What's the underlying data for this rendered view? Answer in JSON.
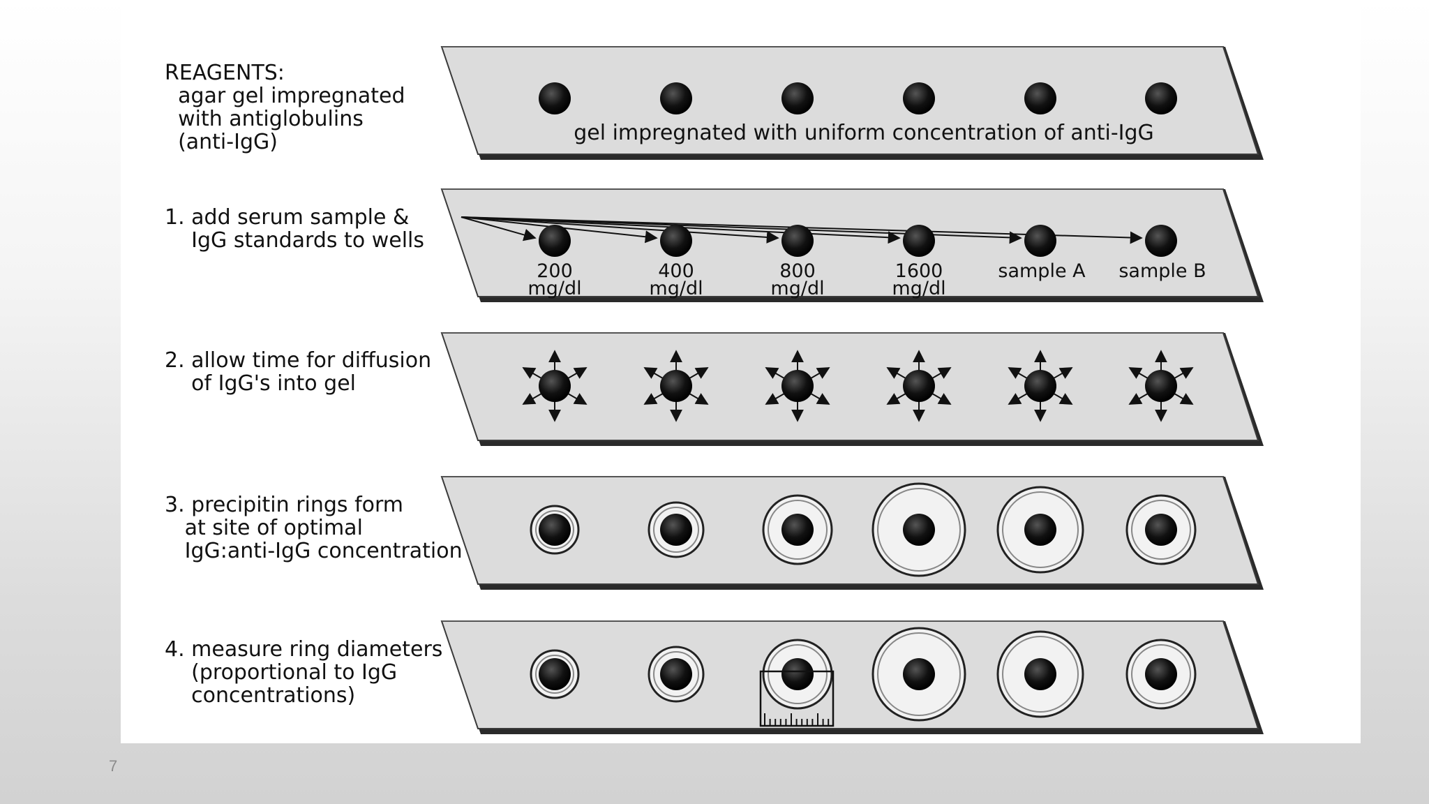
{
  "steps": [
    {
      "id": "reagents",
      "lines": [
        "REAGENTS:",
        "  agar gel impregnated",
        "  with antiglobulins",
        "  (anti-IgG)"
      ]
    },
    {
      "id": "step1",
      "lines": [
        "1. add serum sample &",
        "    IgG standards to wells"
      ]
    },
    {
      "id": "step2",
      "lines": [
        "2. allow time for diffusion",
        "    of IgG's into gel"
      ]
    },
    {
      "id": "step3",
      "lines": [
        "3. precipitin rings form",
        "   at site of optimal",
        "   IgG:anti-IgG concentration"
      ]
    },
    {
      "id": "step4",
      "lines": [
        "4. measure ring diameters",
        "    (proportional to IgG",
        "    concentrations)"
      ]
    }
  ],
  "gel_caption": "gel impregnated with uniform concentration of anti-IgG",
  "wells": [
    {
      "label_lines": [
        "200",
        "mg/dl"
      ]
    },
    {
      "label_lines": [
        "400",
        "mg/dl"
      ]
    },
    {
      "label_lines": [
        "800",
        "mg/dl"
      ]
    },
    {
      "label_lines": [
        "1600",
        "mg/dl"
      ]
    },
    {
      "label_lines": [
        "sample A"
      ]
    },
    {
      "label_lines": [
        "sample B"
      ]
    }
  ],
  "ring_sizes": [
    "small",
    "medium",
    "medium-large",
    "large",
    "large",
    "medium-large"
  ],
  "colors": {
    "gel": "#dcdcdc",
    "gel_edge": "#3a3a3a",
    "well": "#111111",
    "text": "#111111"
  },
  "slide_number": "7"
}
